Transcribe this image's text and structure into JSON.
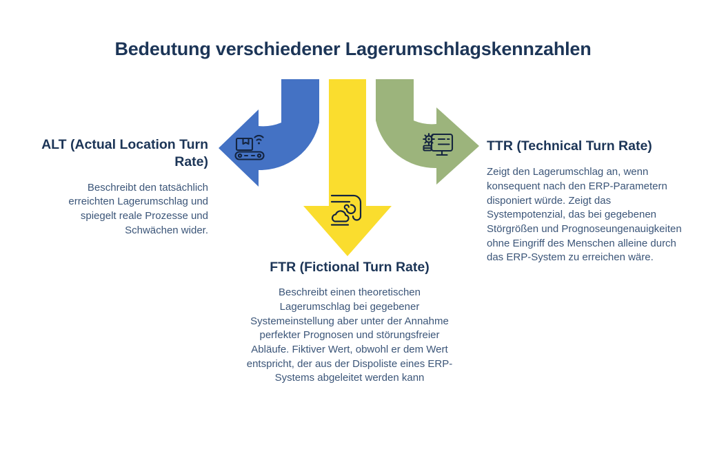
{
  "page": {
    "title": "Bedeutung verschiedener Lagerumschlagskennzahlen",
    "background_color": "#FFFFFF"
  },
  "colors": {
    "navy_heading": "#1C3557",
    "body_text": "#3B5578",
    "arrow_blue": "#4472C4",
    "arrow_yellow": "#FADD2E",
    "arrow_green": "#9CB47C",
    "icon_stroke": "#14243F"
  },
  "blocks": [
    {
      "id": "alt",
      "heading": "ALT (Actual Location Turn Rate)",
      "body": "Beschreibt den tatsächlich erreichten Lagerumschlag und spiegelt reale Prozesse und Schwächen wider.",
      "arrow": {
        "name": "blue-curved-arrow-left",
        "color": "#4472C4",
        "direction": "curves from top down and points left",
        "icon": "conveyor-belt-wifi-icon"
      },
      "align": "right"
    },
    {
      "id": "ftr",
      "heading": "FTR (Fictional Turn Rate)",
      "body": "Beschreibt einen theoretischen Lagerumschlag bei gegebener Systemeinstellung aber unter der Annahme perfekter Prognosen und störungsfreier Abläufe. Fiktiver Wert, obwohl er dem Wert entspricht, der aus der Dispoliste eines ERP-Systems abgeleitet werden kann",
      "arrow": {
        "name": "yellow-straight-arrow-down",
        "color": "#FADD2E",
        "direction": "points straight down",
        "icon": "wind-cloud-icon"
      },
      "align": "center"
    },
    {
      "id": "ttr",
      "heading": "TTR (Technical Turn Rate)",
      "body": "Zeigt den Lagerumschlag an, wenn konsequent nach den ERP-Parametern disponiert würde. Zeigt das Systempotenzial, das bei gegebenen Störgrößen und Prognoseungenauigkeiten ohne Eingriff des Menschen alleine durch das ERP-System zu erreichen wäre.",
      "arrow": {
        "name": "green-curved-arrow-right",
        "color": "#9CB47C",
        "direction": "curves from top down and points right",
        "icon": "monitor-gear-icon"
      },
      "align": "left"
    }
  ]
}
